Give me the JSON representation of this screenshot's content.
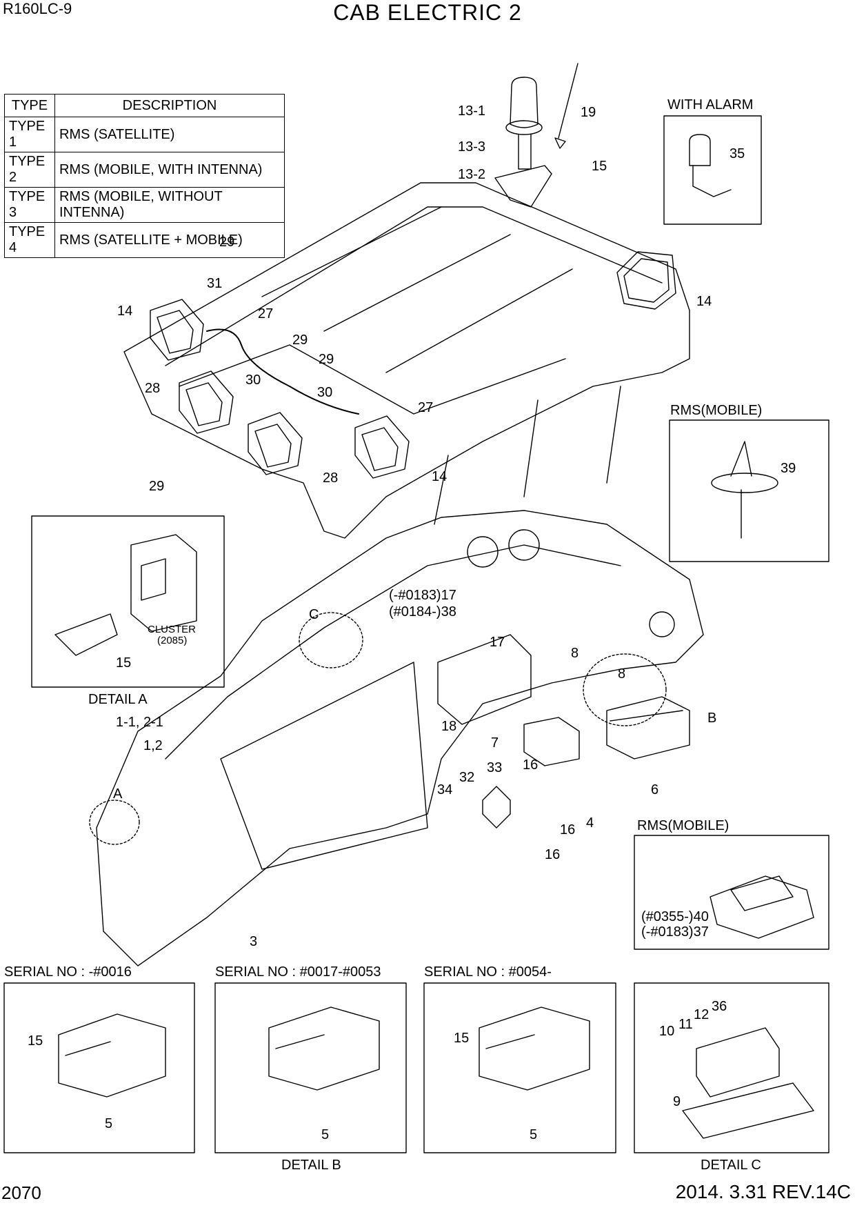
{
  "header": {
    "model": "R160LC-9",
    "title": "CAB ELECTRIC 2"
  },
  "footer": {
    "page": "2070",
    "revision": "2014. 3.31  REV.14C"
  },
  "type_table": {
    "headers": [
      "TYPE",
      "DESCRIPTION"
    ],
    "rows": [
      [
        "TYPE 1",
        "RMS (SATELLITE)"
      ],
      [
        "TYPE 2",
        "RMS (MOBILE, WITH INTENNA)"
      ],
      [
        "TYPE 3",
        "RMS (MOBILE, WITHOUT INTENNA)"
      ],
      [
        "TYPE 4",
        "RMS (SATELLITE + MOBILE)"
      ]
    ]
  },
  "panels": {
    "with_alarm": "WITH ALARM",
    "rms_mobile_antenna": "RMS(MOBILE)",
    "rms_mobile_unit": "RMS(MOBILE)",
    "detail_a": "DETAIL A",
    "detail_b": "DETAIL B",
    "detail_c": "DETAIL C",
    "cluster": "CLUSTER",
    "cluster_ref": "(2085)",
    "serial_1": "SERIAL NO : -#0016",
    "serial_2": "SERIAL NO : #0017-#0053",
    "serial_3": "SERIAL NO : #0054-"
  },
  "callouts": {
    "c13_1": "13-1",
    "c19": "19",
    "c13_3": "13-3",
    "c15_top": "15",
    "c13_2": "13-2",
    "c35": "35",
    "c29_a": "29",
    "c31": "31",
    "c14_a": "14",
    "c27_a": "27",
    "c29_b": "29",
    "c29_c": "29",
    "c30_a": "30",
    "c28_a": "28",
    "c30_b": "30",
    "c27_b": "27",
    "c14_b": "14",
    "c14_c": "14",
    "c29_d": "29",
    "c28_b": "28",
    "c39": "39",
    "c17_a": "(-#0183)17",
    "c38": "(#0184-)38",
    "c_C": "C",
    "c17_b": "17",
    "c8_a": "8",
    "c8_b": "8",
    "c_B": "B",
    "c18": "18",
    "c7": "7",
    "c16_a": "16",
    "c6": "6",
    "c1_1": "1-1, 2-1",
    "c1_2": "1,2",
    "c_A": "A",
    "c15_a": "15",
    "c34": "34",
    "c32": "32",
    "c33": "33",
    "c4": "4",
    "c16_b": "16",
    "c16_c": "16",
    "c3": "3",
    "c40": "(#0355-)40",
    "c37": "(-#0183)37",
    "c15_s1": "15",
    "c5_s1": "5",
    "c5_s2": "5",
    "c15_s3": "15",
    "c5_s3": "5",
    "c36": "36",
    "c12": "12",
    "c11": "11",
    "c10": "10",
    "c9": "9"
  },
  "icons": [
    "beacon-lamp-icon",
    "antenna-icon",
    "work-lamp-icon",
    "radio-unit-icon",
    "switch-panel-icon"
  ]
}
